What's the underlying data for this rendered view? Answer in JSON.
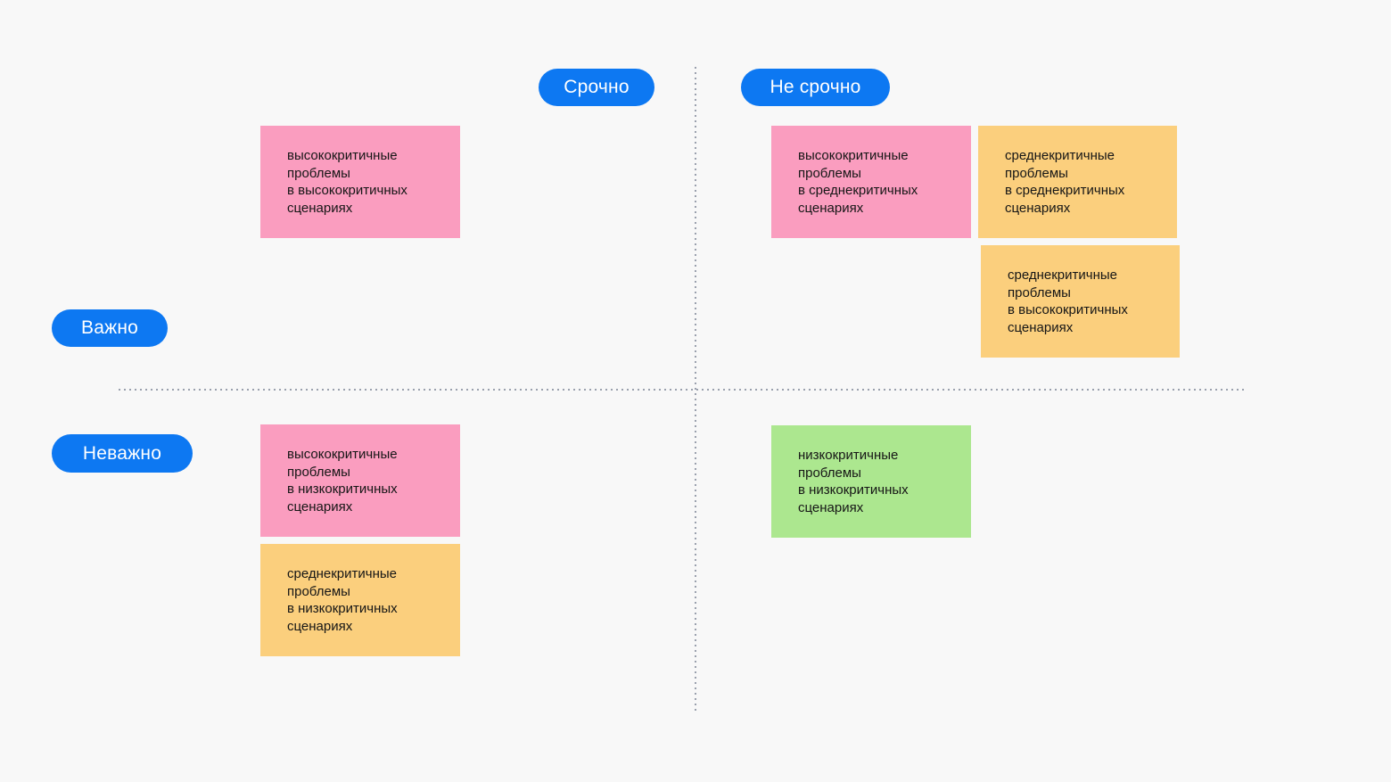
{
  "board": {
    "background_color": "#f8f8f8",
    "axis_line_color": "#9aa0ad",
    "label_pill_color": "#0d78f2",
    "label_text_color": "#ffffff",
    "labels": {
      "urgent": "Срочно",
      "not_urgent": "Не срочно",
      "important": "Важно",
      "not_important": "Неважно"
    },
    "note_colors": {
      "pink": "#fa9dbf",
      "orange": "#fbcf7d",
      "green": "#ace78f"
    },
    "notes": [
      {
        "quadrant": "important-urgent",
        "color": "pink",
        "text": "высококритичные\nпроблемы\nв высококритичных\nсценариях"
      },
      {
        "quadrant": "important-not-urgent",
        "color": "pink",
        "text": "высококритичные\nпроблемы\nв среднекритичных\nсценариях"
      },
      {
        "quadrant": "important-not-urgent",
        "color": "orange",
        "text": "среднекритичные\nпроблемы\nв среднекритичных\nсценариях"
      },
      {
        "quadrant": "important-not-urgent",
        "color": "orange",
        "text": "среднекритичные\nпроблемы\nв высококритичных\nсценариях"
      },
      {
        "quadrant": "not-important-urgent",
        "color": "pink",
        "text": "высококритичные\nпроблемы\nв низкокритичных\nсценариях"
      },
      {
        "quadrant": "not-important-urgent",
        "color": "orange",
        "text": "среднекритичные\nпроблемы\nв низкокритичных\nсценариях"
      },
      {
        "quadrant": "not-important-not-urgent",
        "color": "green",
        "text": "низкокритичные\nпроблемы\nв низкокритичных\nсценариях"
      }
    ]
  }
}
